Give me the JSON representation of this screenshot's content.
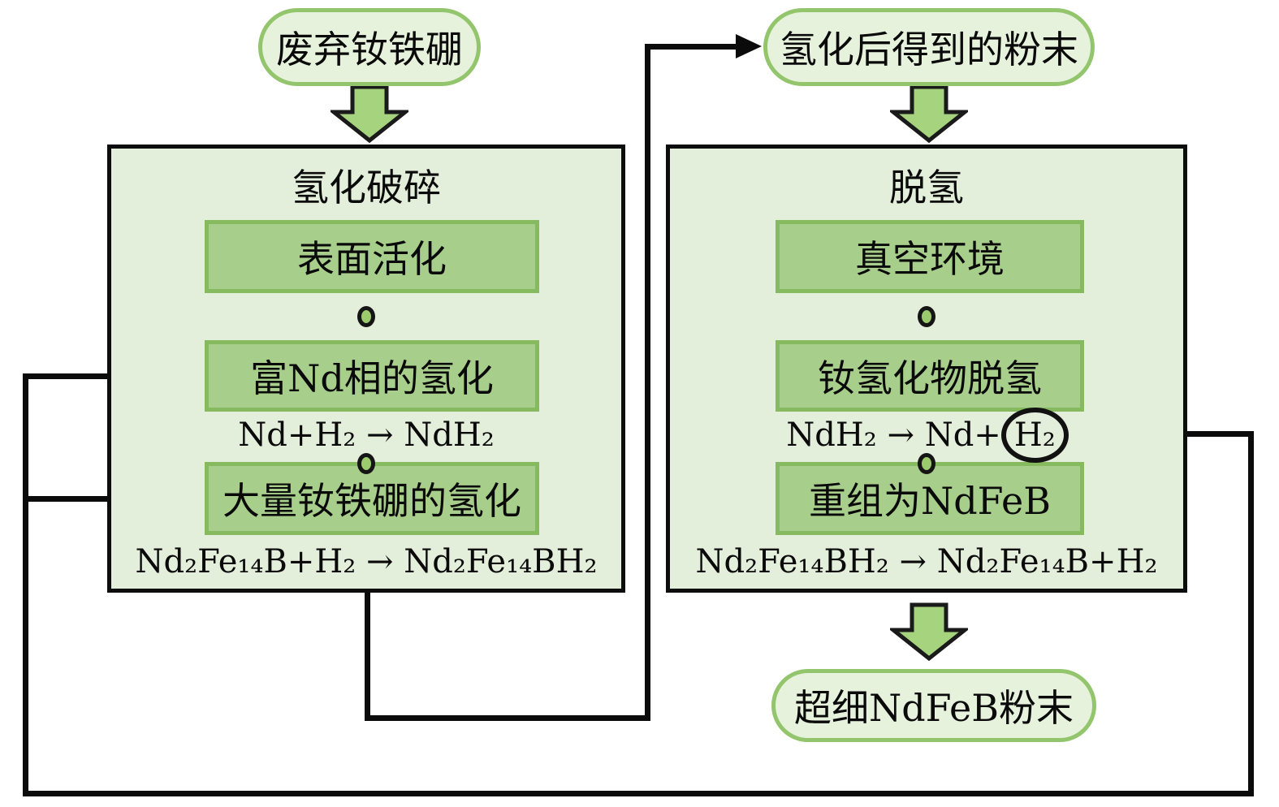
{
  "colors": {
    "canvas_bg": "#ffffff",
    "panel_bg": "#e3eedb",
    "panel_border": "#0d0d0d",
    "step_bg": "#a8ce8c",
    "step_border": "#85ba5f",
    "pill_bg": "#e7f2dd",
    "pill_border": "#93c56c",
    "arrow_fill": "#a6d37d",
    "arrow_stroke": "#1a1a1a",
    "dot_fill": "#9ccb6e",
    "dot_border": "#151515",
    "line_color": "#0b0b0b",
    "text_color": "#0a0a0a"
  },
  "nodes": {
    "start": "废弃钕铁硼",
    "intermediate": "氢化后得到的粉末",
    "product": "超细NdFeB粉末"
  },
  "left_panel": {
    "title": "氢化破碎",
    "step1": "表面活化",
    "step2": "富Nd相的氢化",
    "formula1": "Nd+H₂ → NdH₂",
    "step3": "大量钕铁硼的氢化",
    "formula2": "Nd₂Fe₁₄B+H₂ → Nd₂Fe₁₄BH₂"
  },
  "right_panel": {
    "title": "脱氢",
    "step1": "真空环境",
    "step2": "钕氢化物脱氢",
    "formula1_prefix": "NdH₂ → Nd+",
    "formula1_circled": "H₂",
    "step3": "重组为NdFeB",
    "formula2": "Nd₂Fe₁₄BH₂ → Nd₂Fe₁₄B+H₂"
  }
}
